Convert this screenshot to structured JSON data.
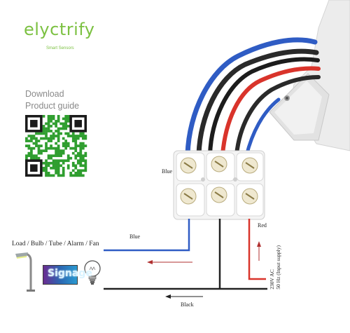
{
  "brand": {
    "name": "elyctrify",
    "tagline": "Smart Sensors"
  },
  "guide": {
    "line1": "Download",
    "line2": "Product guide"
  },
  "labels": {
    "blue_top": "Blue",
    "blue_wire": "Blue",
    "red": "Red",
    "black": "Black",
    "load": "Load / Bulb / Tube / Alarm / Fan",
    "supply_line1": "230V AC",
    "supply_line2": "50 Hz (Input supply)"
  },
  "signage_text": "Signage",
  "colors": {
    "brand_green": "#7cc142",
    "blue_wire": "#2f5cc4",
    "red_wire": "#d9342b",
    "black_wire": "#222222",
    "qr_green": "#2f9e2f"
  },
  "icons": [
    "qr-code-icon",
    "street-lamp-icon",
    "light-bulb-icon",
    "terminal-block-icon",
    "sensor-housing-icon"
  ]
}
